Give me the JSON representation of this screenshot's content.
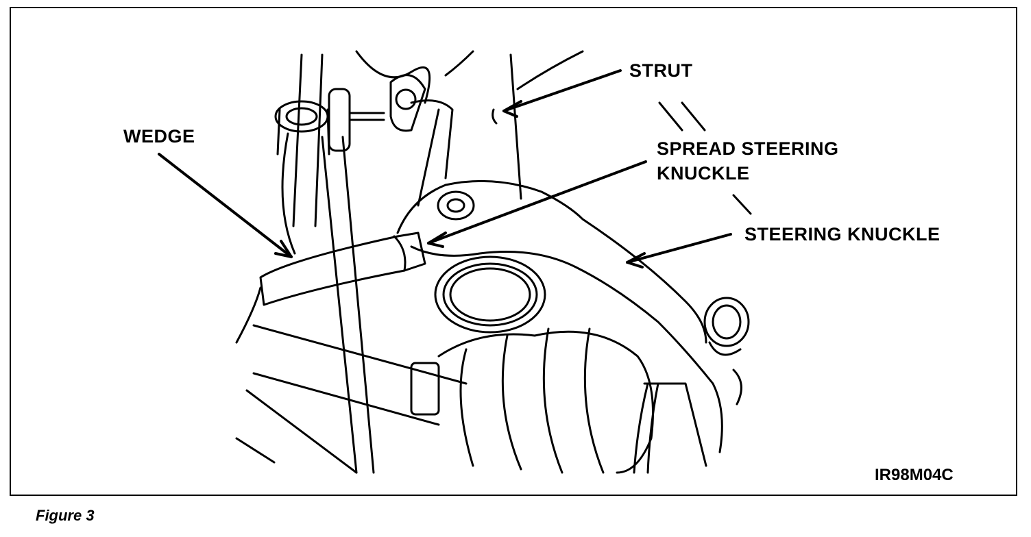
{
  "labels": {
    "strut": "STRUT",
    "wedge": "WEDGE",
    "spread_line1": "SPREAD STEERING",
    "spread_line2": "KNUCKLE",
    "steering_knuckle": "STEERING KNUCKLE"
  },
  "figure_id": "IR98M04C",
  "caption": "Figure 3"
}
